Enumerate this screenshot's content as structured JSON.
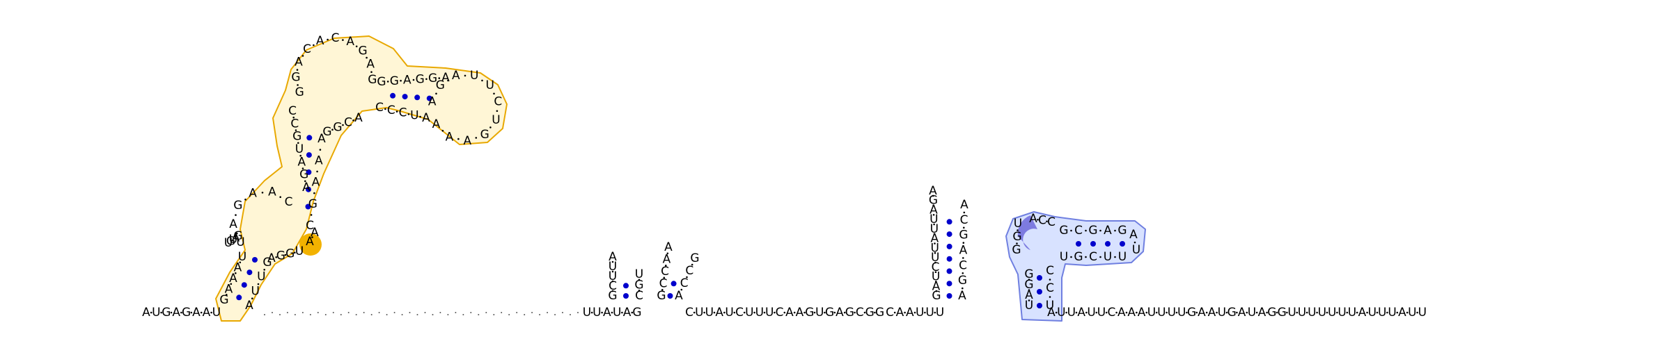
{
  "diagram": {
    "colors": {
      "backbone": "#000000",
      "pair_dot": "#0000cc",
      "gap": "#555555",
      "domain1_stroke": "#e8a800",
      "domain1_fill": "#fff6d6",
      "domain1_highlight": "#f2b200",
      "domain2_stroke": "#6f7fe0",
      "domain2_fill": "#d8e2ff",
      "domain2_highlight": "#7d7be0"
    },
    "main_strand": {
      "left": "AUGAGAAU",
      "unpaired_segment": "UUAUAG",
      "middle": "CUUAUCUUUCAAGUGAGCGG",
      "segment2": "CAAUUU",
      "right": "AUUAUUCAAAUUUUGAAUGAUAGGUUUUUUUAUUUAUU",
      "gap_dots": 42
    },
    "hairpin_1": {
      "left": "GCUUA",
      "right": "CGU"
    },
    "hairpin_2": {
      "left": "GCCAA",
      "right": "ACCG"
    },
    "hairpin_3": {
      "left": "GAUCUUAUUAGA",
      "right": "AGCAGCA"
    },
    "domain_1": {
      "stem_a_left": "GAAAU",
      "stem_a_right": "AUUG",
      "segment_agg": "AGGU",
      "highlight": "AA",
      "stem_b_right": "CGAAA",
      "segment_ggc": "GGCA",
      "stem_c_left": "CCCUA",
      "tetraloop": "AAAGUCUUAGA",
      "stem_c_right": "GGAGGA",
      "big_loop": "GAGACACAGG",
      "stem_b_left": "CCGUAGA",
      "small_loop": "CAAGAU",
      "segment_ugu": "GAUGU"
    },
    "domain_2": {
      "stem_left": "UAGG",
      "highlight": "UGG",
      "loop_top": "ACC",
      "stem_top": "GCGAG",
      "cap": "AU",
      "stem_bottom": "UUCGU",
      "stem_right": "CCU"
    }
  }
}
